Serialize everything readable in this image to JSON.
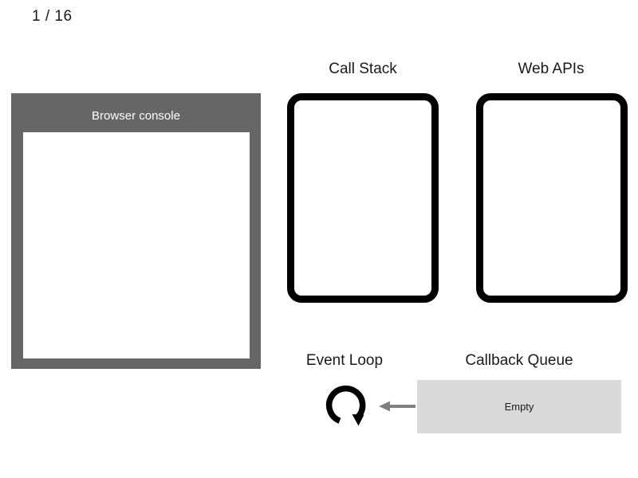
{
  "slide": {
    "counter": "1 / 16"
  },
  "console": {
    "title": "Browser console",
    "output_lines": []
  },
  "panels": {
    "call_stack": {
      "header": "Call Stack",
      "frames": []
    },
    "web_apis": {
      "header": "Web APIs",
      "frames": []
    },
    "event_loop": {
      "header": "Event Loop",
      "icon": "circular-arrow-icon",
      "flow_arrow_icon": "arrow-left-icon"
    },
    "callback_queue": {
      "header": "Callback Queue",
      "status": "Empty"
    }
  },
  "colors": {
    "page_background": "#ffffff",
    "console_frame": "#666666",
    "console_screen": "#ffffff",
    "console_title_text": "#ffffff",
    "box_border": "#000000",
    "queue_background": "#d9d9d9",
    "arrow": "#808080",
    "text": "#1a1a1a"
  }
}
